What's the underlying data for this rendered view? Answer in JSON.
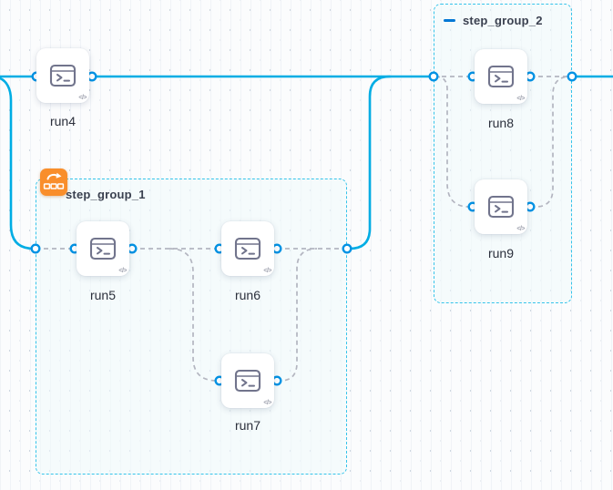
{
  "canvas": {
    "type": "pipeline-graph-editor",
    "background": "#fbfcfd",
    "grid_dot_color": "#ccd5df"
  },
  "colors": {
    "flow_line": "#00ade4",
    "port_border": "#0092e4",
    "dashed_edge": "#b3b5c0",
    "group_border": "#35c3ea",
    "group_label_accent": "#0278d5",
    "looping_badge": "#f98e2b",
    "node_label": "#2c303c"
  },
  "groups": [
    {
      "id": "step_group_1",
      "label": "step_group_1",
      "has_looping_badge": true
    },
    {
      "id": "step_group_2",
      "label": "step_group_2",
      "has_looping_badge": false
    }
  ],
  "nodes": [
    {
      "id": "run4",
      "label": "run4",
      "icon": "terminal",
      "group": null
    },
    {
      "id": "run5",
      "label": "run5",
      "icon": "terminal",
      "group": "step_group_1"
    },
    {
      "id": "run6",
      "label": "run6",
      "icon": "terminal",
      "group": "step_group_1"
    },
    {
      "id": "run7",
      "label": "run7",
      "icon": "terminal",
      "group": "step_group_1"
    },
    {
      "id": "run8",
      "label": "run8",
      "icon": "terminal",
      "group": "step_group_2"
    },
    {
      "id": "run9",
      "label": "run9",
      "icon": "terminal",
      "group": "step_group_2"
    }
  ],
  "edges": [
    {
      "from": "start",
      "to": "run4",
      "style": "solid"
    },
    {
      "from": "start",
      "to": "step_group_1",
      "style": "solid"
    },
    {
      "from": "run4",
      "to": "step_group_2",
      "style": "solid"
    },
    {
      "from": "step_group_1",
      "to": "step_group_2",
      "style": "solid"
    },
    {
      "from": "step_group_2",
      "to": "end",
      "style": "solid"
    },
    {
      "from": "step_group_1.in",
      "to": "run5",
      "style": "dashed"
    },
    {
      "from": "run5",
      "to": "run6",
      "style": "dashed"
    },
    {
      "from": "run5",
      "to": "run7",
      "style": "dashed"
    },
    {
      "from": "run6",
      "to": "step_group_1.out",
      "style": "dashed"
    },
    {
      "from": "run7",
      "to": "step_group_1.out",
      "style": "dashed"
    },
    {
      "from": "step_group_2.in",
      "to": "run8",
      "style": "dashed"
    },
    {
      "from": "step_group_2.in",
      "to": "run9",
      "style": "dashed"
    },
    {
      "from": "run8",
      "to": "step_group_2.out",
      "style": "dashed"
    },
    {
      "from": "run9",
      "to": "step_group_2.out",
      "style": "dashed"
    }
  ],
  "icons": {
    "code_badge": "</>",
    "node_icon": "terminal",
    "group_collapse": "minus",
    "badge_icon": "looping-strategy"
  }
}
